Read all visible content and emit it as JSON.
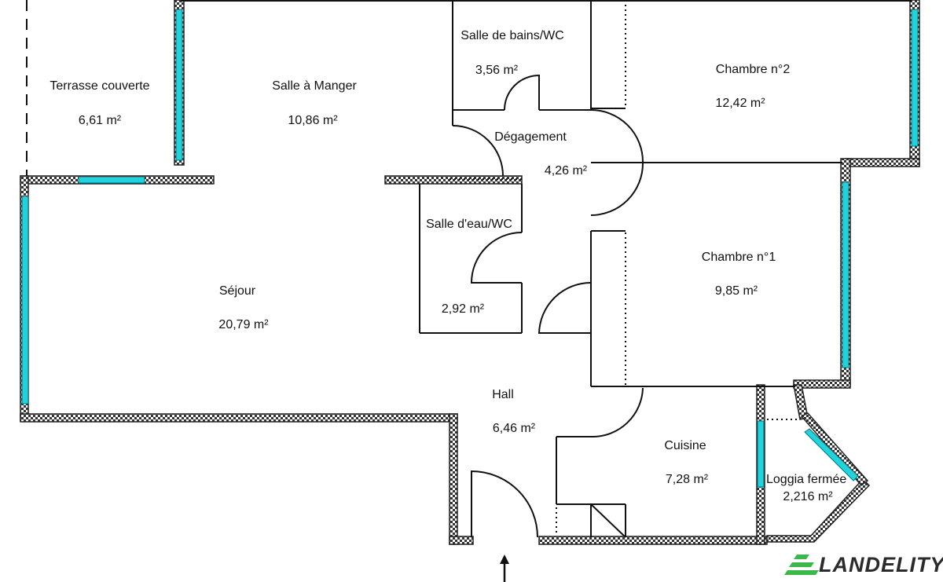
{
  "rooms": [
    {
      "id": "terrasse",
      "name": "Terrasse couverte",
      "area": "6,61  m²"
    },
    {
      "id": "salle-manger",
      "name": "Salle à Manger",
      "area": "10,86  m²"
    },
    {
      "id": "sdb",
      "name": "Salle de bains/WC",
      "area": "3,56  m²"
    },
    {
      "id": "chambre2",
      "name": "Chambre n°2",
      "area": "12,42  m²"
    },
    {
      "id": "degagement",
      "name": "Dégagement",
      "area": "4,26  m²"
    },
    {
      "id": "salle-eau",
      "name": "Salle d'eau/WC",
      "area": "2,92  m²"
    },
    {
      "id": "chambre1",
      "name": "Chambre n°1",
      "area": "9,85  m²"
    },
    {
      "id": "sejour",
      "name": "Séjour",
      "area": "20,79  m²"
    },
    {
      "id": "hall",
      "name": "Hall",
      "area": "6,46  m²"
    },
    {
      "id": "cuisine",
      "name": "Cuisine",
      "area": "7,28  m²"
    },
    {
      "id": "loggia",
      "name": "Loggia fermée",
      "area": "2,216  m²"
    }
  ],
  "logo": {
    "text": "LANDELITY",
    "color": "#3cb84a"
  },
  "colors": {
    "window": "#22d3dc",
    "wall": "#222222"
  }
}
